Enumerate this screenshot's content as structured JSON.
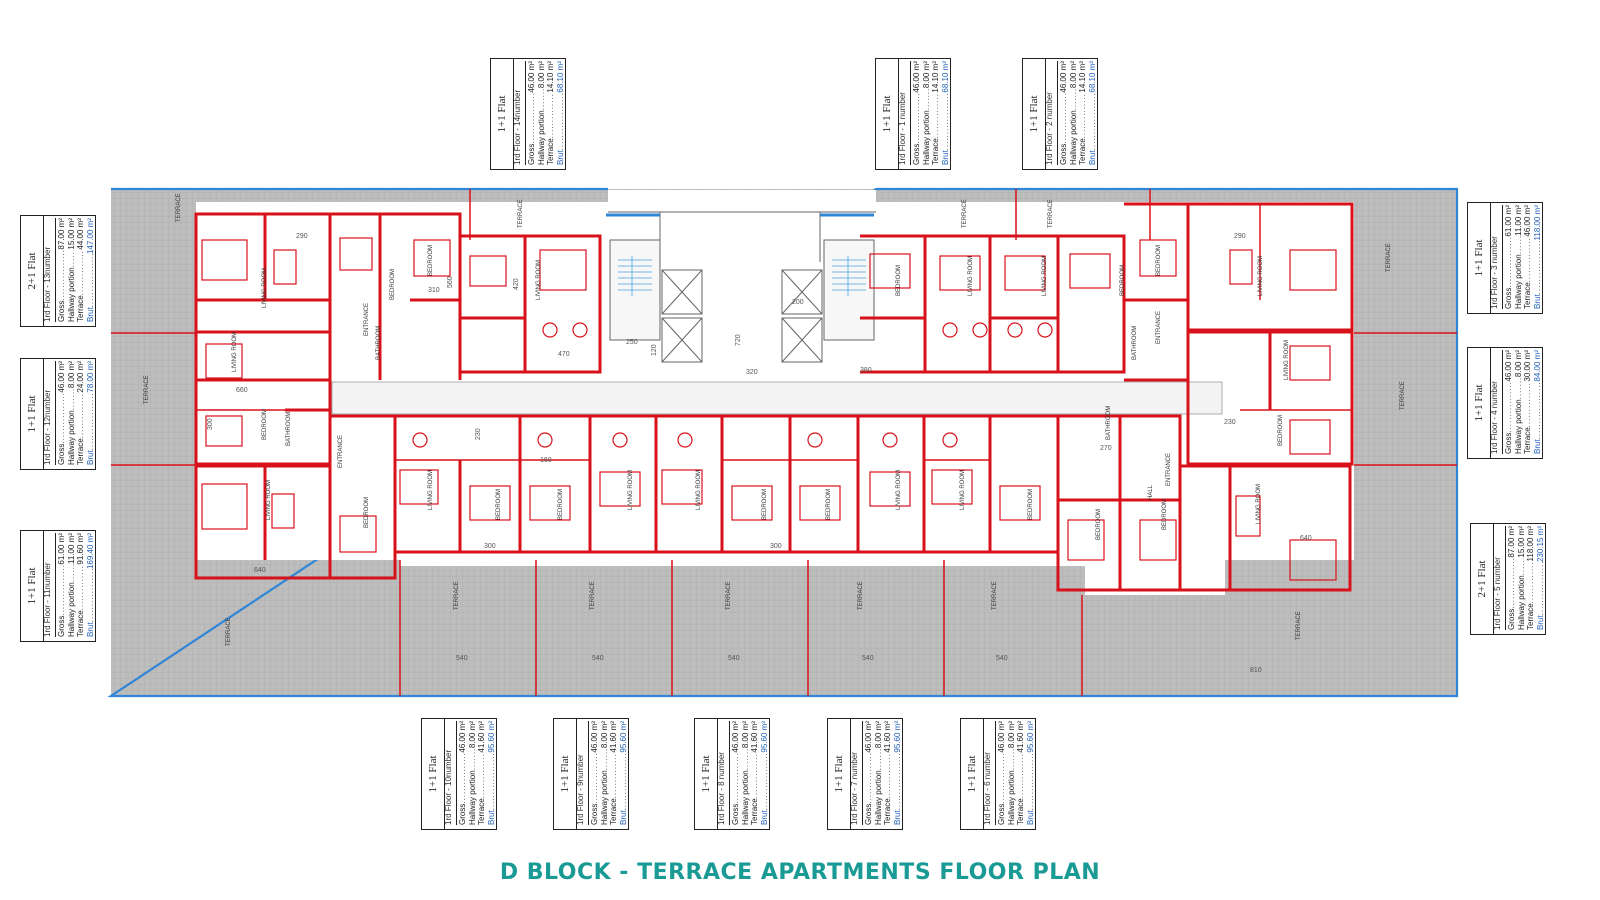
{
  "caption": "D BLOCK - TERRACE APARTMENTS FLOOR PLAN",
  "colors": {
    "walls": "#d8121a",
    "terrace": "#b7b7b7",
    "outline": "#2f86d6",
    "brut": "#1f5fb8",
    "caption": "#1a9a95"
  },
  "room_labels": {
    "living_room": "LIVING ROOM",
    "bedroom": "BEDROOM",
    "terrace": "TERRACE",
    "entrance": "ENTRANCE",
    "bathroom": "BATHROOM",
    "hall": "HALL"
  },
  "dimensions": [
    "290",
    "310",
    "560",
    "470",
    "420",
    "660",
    "300",
    "230",
    "640",
    "720",
    "320",
    "200",
    "250",
    "120",
    "380",
    "160",
    "270",
    "540",
    "810"
  ],
  "cards": [
    {
      "id": "f14",
      "title": "1+1 Flat",
      "floor": "1rd Floor - 14number",
      "gross_label": "Gross",
      "gross": "46.00 m²",
      "hallway_label": "Hallway portion",
      "hallway": "8.00 m²",
      "terrace_label": "Terrace",
      "terrace": "14.10 m²",
      "brut_label": "Brut",
      "brut": "68.10 m²"
    },
    {
      "id": "f1",
      "title": "1+1 Flat",
      "floor": "1rd Floor - 1 number",
      "gross_label": "Gross",
      "gross": "46.00 m²",
      "hallway_label": "Hallway portion",
      "hallway": "8.00 m²",
      "terrace_label": "Terrace",
      "terrace": "14.10 m²",
      "brut_label": "Brut",
      "brut": "68.10 m²"
    },
    {
      "id": "f2",
      "title": "1+1 Flat",
      "floor": "1rd Floor - 2 number",
      "gross_label": "Gross",
      "gross": "46.00 m²",
      "hallway_label": "Hallway portion",
      "hallway": "8.00 m²",
      "terrace_label": "Terrace",
      "terrace": "14.10 m²",
      "brut_label": "Brut",
      "brut": "68.10 m²"
    },
    {
      "id": "f13",
      "title": "2+1 Flat",
      "floor": "1rd Floor - 13number",
      "gross_label": "Gross",
      "gross": "87.00 m²",
      "hallway_label": "Hallway portion",
      "hallway": "15.00 m²",
      "terrace_label": "Terrace",
      "terrace": "44.00 m²",
      "brut_label": "Brut",
      "brut": "147.00 m²"
    },
    {
      "id": "f12",
      "title": "1+1 Flat",
      "floor": "1rd Floor - 12number",
      "gross_label": "Gross",
      "gross": "46.00 m²",
      "hallway_label": "Hallway portion",
      "hallway": "8.00 m²",
      "terrace_label": "Terrace",
      "terrace": "24.00 m²",
      "brut_label": "Brut",
      "brut": "78.00 m²"
    },
    {
      "id": "f11",
      "title": "1+1 Flat",
      "floor": "1rd Floor - 11number",
      "gross_label": "Gross",
      "gross": "61.00 m²",
      "hallway_label": "Hallway portion",
      "hallway": "11.00 m²",
      "terrace_label": "Terrace",
      "terrace": "91.60 m²",
      "brut_label": "Brut",
      "brut": "169.40 m²"
    },
    {
      "id": "f3",
      "title": "1+1 Flat",
      "floor": "1rd Floor - 3 number",
      "gross_label": "Gross",
      "gross": "61.00 m²",
      "hallway_label": "Hallway portion",
      "hallway": "11.00 m²",
      "terrace_label": "Terrace",
      "terrace": "46.00 m²",
      "brut_label": "Brut",
      "brut": "118.00 m²"
    },
    {
      "id": "f4",
      "title": "1+1 Flat",
      "floor": "1rd Floor - 4 number",
      "gross_label": "Gross",
      "gross": "46.00 m²",
      "hallway_label": "Hallway portion",
      "hallway": "8.00 m²",
      "terrace_label": "Terrace",
      "terrace": "30.00 m²",
      "brut_label": "Brut",
      "brut": "84.00 m²"
    },
    {
      "id": "f5",
      "title": "2+1 Flat",
      "floor": "1rd Floor - 5 number",
      "gross_label": "Gross",
      "gross": "87.00 m²",
      "hallway_label": "Hallway portion",
      "hallway": "15.00 m²",
      "terrace_label": "Terrace",
      "terrace": "118.00 m²",
      "brut_label": "Brut",
      "brut": "230.15 m²"
    },
    {
      "id": "f10",
      "title": "1+1 Flat",
      "floor": "1rd Floor - 10number",
      "gross_label": "Gross",
      "gross": "46.00 m²",
      "hallway_label": "Hallway portion",
      "hallway": "8.00 m²",
      "terrace_label": "Terrace",
      "terrace": "41.60 m²",
      "brut_label": "Brut",
      "brut": "95.60 m²"
    },
    {
      "id": "f9",
      "title": "1+1 Flat",
      "floor": "1rd Floor - 9number",
      "gross_label": "Gross",
      "gross": "46.00 m²",
      "hallway_label": "Hallway portion",
      "hallway": "8.00 m²",
      "terrace_label": "Terrace",
      "terrace": "41.60 m²",
      "brut_label": "Brut",
      "brut": "95.60 m²"
    },
    {
      "id": "f8",
      "title": "1+1 Flat",
      "floor": "1rd Floor - 8 number",
      "gross_label": "Gross",
      "gross": "46.00 m²",
      "hallway_label": "Hallway portion",
      "hallway": "8.00 m²",
      "terrace_label": "Terrace",
      "terrace": "41.60 m²",
      "brut_label": "Brut",
      "brut": "95.60 m²"
    },
    {
      "id": "f7",
      "title": "1+1 Flat",
      "floor": "1rd Floor - 7 number",
      "gross_label": "Gross",
      "gross": "46.00 m²",
      "hallway_label": "Hallway portion",
      "hallway": "8.00 m²",
      "terrace_label": "Terrace",
      "terrace": "41.60 m²",
      "brut_label": "Brut",
      "brut": "95.60 m²"
    },
    {
      "id": "f6",
      "title": "1+1 Flat",
      "floor": "1rd Floor - 6 number",
      "gross_label": "Gross",
      "gross": "46.00 m²",
      "hallway_label": "Hallway portion",
      "hallway": "8.00 m²",
      "terrace_label": "Terrace",
      "terrace": "41.60 m²",
      "brut_label": "Brut",
      "brut": "95.60 m²"
    }
  ]
}
